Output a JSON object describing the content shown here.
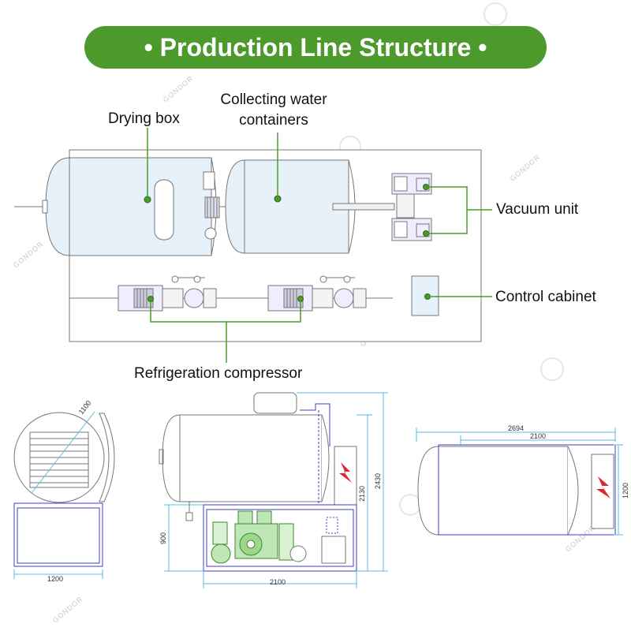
{
  "title": "Production Line Structure",
  "labels": {
    "drying_box": "Drying box",
    "collecting": "Collecting water containers",
    "vacuum": "Vacuum unit",
    "control": "Control cabinet",
    "compressor": "Refrigeration compressor"
  },
  "dimensions": {
    "side_diag": "1100",
    "side_width": "1200",
    "front_height_900": "900",
    "front_height_2130": "2130",
    "front_height_2430": "2430",
    "front_width": "2100",
    "top_total": "2694",
    "top_inner": "2100",
    "top_height": "1200"
  },
  "watermark": "GONDOR",
  "colors": {
    "accent": "#4c9a2c",
    "tank_fill": "#e6f1f9",
    "frame_blue": "#3c3cc8",
    "dim_line": "#5cb8e0"
  }
}
